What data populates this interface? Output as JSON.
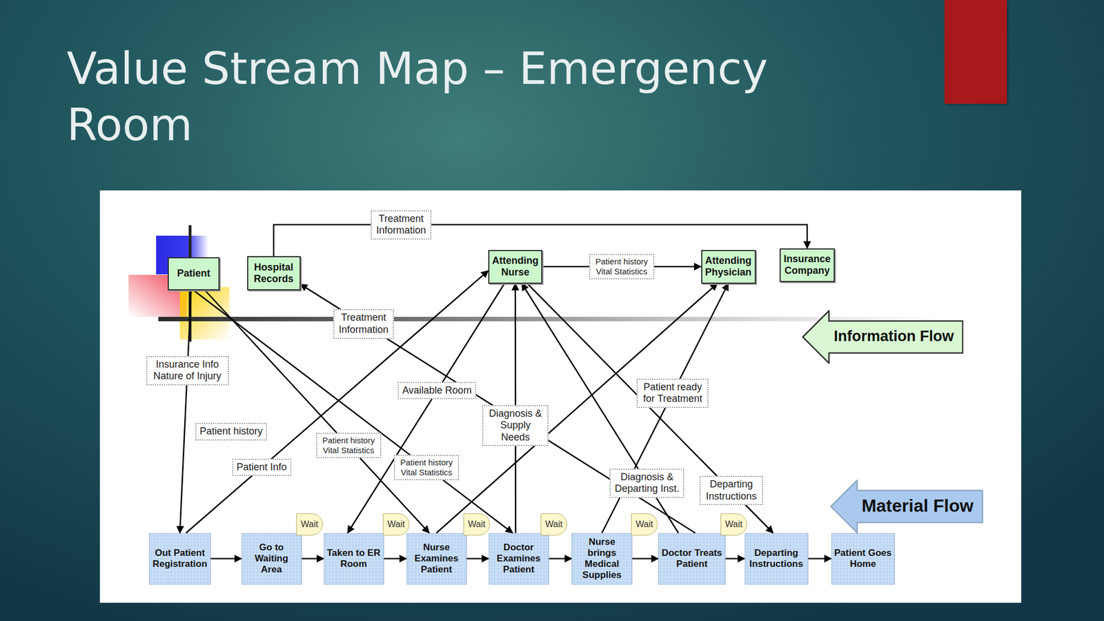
{
  "diagram": {
    "title": "Value Stream Map – Emergency Room",
    "nodes": [
      {
        "text": [
          "Patient"
        ]
      },
      {
        "text": [
          "Hospital Records"
        ]
      },
      {
        "text": [
          "Attending Nurse"
        ]
      },
      {
        "text": [
          "Attending Physician"
        ]
      },
      {
        "text": [
          "Insurance Company"
        ]
      },
      {
        "text": [
          "Information Flow"
        ]
      },
      {
        "text": [
          "Material Flow"
        ]
      },
      {
        "text": [
          "Wait"
        ]
      },
      {
        "text": [
          "Wait"
        ]
      },
      {
        "text": [
          "Wait"
        ]
      },
      {
        "text": [
          "Wait"
        ]
      },
      {
        "text": [
          "Wait"
        ]
      },
      {
        "text": [
          "Wait"
        ]
      },
      {
        "text": [
          "Out Patient Registration"
        ]
      },
      {
        "text": [
          "Go to Waiting Area"
        ]
      },
      {
        "text": [
          "Taken to ER Room"
        ]
      },
      {
        "text": [
          "Nurse Examines Patient"
        ]
      },
      {
        "text": [
          "Doctor Examines Patient"
        ]
      },
      {
        "text": [
          "Nurse brings Medical Supplies"
        ]
      },
      {
        "text": [
          "Doctor Treats Patient"
        ]
      },
      {
        "text": [
          "Departing Instructions"
        ]
      },
      {
        "text": [
          "Patient Goes Home"
        ]
      }
    ],
    "edges": [
      {
        "from": 1,
        "to": 4,
        "label": "Treatment Information",
        "arrow": "to"
      },
      {
        "from": 0,
        "to": 13,
        "label": "Insurance Info Nature of Injury",
        "arrow": "to"
      },
      {
        "from": 13,
        "to": 2,
        "label": "Patient Info",
        "arrow": "to"
      },
      {
        "from": 0,
        "to": 16,
        "label": "Patient history Vital Statistics",
        "arrow": "to"
      },
      {
        "from": 0,
        "to": 17,
        "label": "Patient history Vital Statistics",
        "arrow": "to"
      },
      {
        "from": 2,
        "to": 15,
        "label": "Available Room",
        "arrow": "to"
      },
      {
        "from": 17,
        "to": 2,
        "label": "Diagnosis & Supply Needs",
        "arrow": "to"
      },
      {
        "from": 2,
        "to": 3,
        "label": "Patient history Vital Statistics",
        "arrow": "to"
      },
      {
        "from": 16,
        "to": 3,
        "arrow": "to"
      },
      {
        "from": 18,
        "to": 3,
        "label": "Patient ready for Treatment",
        "arrow": "to"
      },
      {
        "from": 19,
        "to": 2,
        "label": "Diagnosis & Departing Inst.",
        "arrow": "to"
      },
      {
        "from": 2,
        "to": 20,
        "label": "Departing Instructions",
        "arrow": "to"
      },
      {
        "from": 19,
        "to": 1,
        "label": "Treatment Information",
        "arrow": "to"
      },
      {
        "from": 13,
        "to": 14,
        "arrow": "to"
      },
      {
        "from": 14,
        "to": 15,
        "arrow": "to"
      },
      {
        "from": 15,
        "to": 16,
        "arrow": "to"
      },
      {
        "from": 16,
        "to": 17,
        "arrow": "to"
      },
      {
        "from": 17,
        "to": 18,
        "arrow": "to"
      },
      {
        "from": 18,
        "to": 19,
        "arrow": "to"
      },
      {
        "from": 19,
        "to": 20,
        "arrow": "to"
      },
      {
        "from": 20,
        "to": 21,
        "arrow": "to"
      }
    ],
    "labels": [
      "Patient history"
    ]
  }
}
